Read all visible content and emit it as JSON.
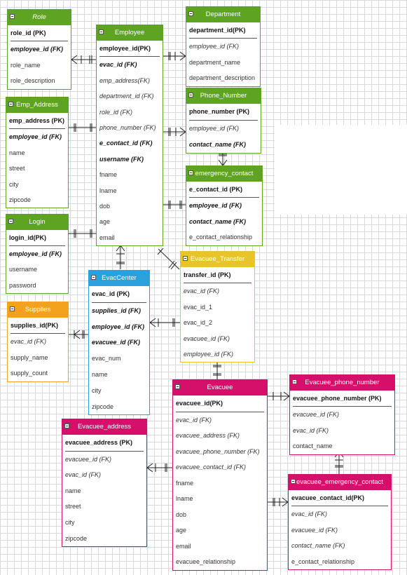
{
  "colors": {
    "green": "#5fa323",
    "blue": "#2aa1dd",
    "yellow": "#e6c42a",
    "orange": "#f2a21c",
    "magenta": "#d5106a"
  },
  "tables": [
    {
      "id": "role",
      "name": "Role",
      "color": "green",
      "italic_title": true,
      "rows": [
        {
          "t": "role_id (PK)",
          "s": "pk"
        },
        {
          "t": "employee_id (FK)",
          "s": "pf"
        },
        {
          "t": "role_name",
          "s": "pl"
        },
        {
          "t": "role_description",
          "s": "pl"
        }
      ]
    },
    {
      "id": "employee",
      "name": "Employee",
      "color": "green",
      "rows": [
        {
          "t": "employee_id(PK)",
          "s": "pk"
        },
        {
          "t": "evac_id (FK)",
          "s": "pf"
        },
        {
          "t": "emp_address(FK)",
          "s": "fk"
        },
        {
          "t": "department_id (FK)",
          "s": "fk"
        },
        {
          "t": "role_id (FK)",
          "s": "fk"
        },
        {
          "t": "phone_number (FK)",
          "s": "fk"
        },
        {
          "t": "e_contact_id (FK)",
          "s": "pf"
        },
        {
          "t": "username (FK)",
          "s": "pf"
        },
        {
          "t": "fname",
          "s": "pl"
        },
        {
          "t": "lname",
          "s": "pl"
        },
        {
          "t": "dob",
          "s": "pl"
        },
        {
          "t": "age",
          "s": "pl"
        },
        {
          "t": "email",
          "s": "pl"
        }
      ]
    },
    {
      "id": "department",
      "name": "Department",
      "color": "green",
      "rows": [
        {
          "t": "department_id(PK)",
          "s": "pk"
        },
        {
          "t": "employee_id (FK)",
          "s": "fk"
        },
        {
          "t": "department_name",
          "s": "pl"
        },
        {
          "t": "department_description",
          "s": "pl"
        }
      ]
    },
    {
      "id": "emp_address",
      "name": "Emp_Address",
      "color": "green",
      "rows": [
        {
          "t": "emp_address (PK)",
          "s": "pk"
        },
        {
          "t": "employee_id (FK)",
          "s": "pf"
        },
        {
          "t": "name",
          "s": "pl"
        },
        {
          "t": "street",
          "s": "pl"
        },
        {
          "t": "city",
          "s": "pl"
        },
        {
          "t": "zipcode",
          "s": "pl"
        }
      ]
    },
    {
      "id": "phone_number",
      "name": "Phone_Number",
      "color": "green",
      "rows": [
        {
          "t": "phone_number (PK)",
          "s": "pk"
        },
        {
          "t": "employee_id (FK)",
          "s": "fk"
        },
        {
          "t": "contact_name (FK)",
          "s": "pf"
        }
      ]
    },
    {
      "id": "emergency_contact",
      "name": "emergency_contact",
      "color": "green",
      "rows": [
        {
          "t": "e_contact_id (PK)",
          "s": "pk"
        },
        {
          "t": "employee_id (FK)",
          "s": "pf"
        },
        {
          "t": "contact_name (FK)",
          "s": "pf"
        },
        {
          "t": "e_contact_relationship",
          "s": "pl"
        }
      ]
    },
    {
      "id": "login",
      "name": "Login",
      "color": "green",
      "rows": [
        {
          "t": "login_id(PK)",
          "s": "pk"
        },
        {
          "t": "employee_id (FK)",
          "s": "pf"
        },
        {
          "t": "username",
          "s": "pl"
        },
        {
          "t": "password",
          "s": "pl"
        }
      ]
    },
    {
      "id": "evac_transfer",
      "name": "Evacuee_Transfer",
      "color": "yellow",
      "rows": [
        {
          "t": "transfer_id (PK)",
          "s": "pk"
        },
        {
          "t": "evac_id (FK)",
          "s": "fk"
        },
        {
          "t": "evac_id_1",
          "s": "pl"
        },
        {
          "t": "evac_id_2",
          "s": "pl"
        },
        {
          "t": "evacuee_id (FK)",
          "s": "fk"
        },
        {
          "t": "employee_id (FK)",
          "s": "fk"
        }
      ]
    },
    {
      "id": "evac_center",
      "name": "EvacCenter",
      "color": "blue",
      "rows": [
        {
          "t": "evac_id (PK)",
          "s": "pk"
        },
        {
          "t": "supplies_id (FK)",
          "s": "pf"
        },
        {
          "t": "employee_id (FK)",
          "s": "pf"
        },
        {
          "t": "evacuee_id (FK)",
          "s": "pf"
        },
        {
          "t": "evac_num",
          "s": "pl"
        },
        {
          "t": "name",
          "s": "pl"
        },
        {
          "t": "city",
          "s": "pl"
        },
        {
          "t": "zipcode",
          "s": "pl"
        }
      ]
    },
    {
      "id": "supplies",
      "name": "Supplies",
      "color": "orange",
      "rows": [
        {
          "t": "supplies_id(PK)",
          "s": "pk"
        },
        {
          "t": "evac_id (FK)",
          "s": "fk"
        },
        {
          "t": "supply_name",
          "s": "pl"
        },
        {
          "t": "supply_count",
          "s": "pl"
        }
      ]
    },
    {
      "id": "evacuee",
      "name": "Evacuee",
      "color": "magenta",
      "rows": [
        {
          "t": "evacuee_id(PK)",
          "s": "pk"
        },
        {
          "t": "evac_id (FK)",
          "s": "fk"
        },
        {
          "t": "evacuee_address (FK)",
          "s": "fk"
        },
        {
          "t": "evacuee_phone_number (FK)",
          "s": "fk"
        },
        {
          "t": "evacuee_contact_id (FK)",
          "s": "fk"
        },
        {
          "t": "fname",
          "s": "pl"
        },
        {
          "t": "lname",
          "s": "pl"
        },
        {
          "t": "dob",
          "s": "pl"
        },
        {
          "t": "age",
          "s": "pl"
        },
        {
          "t": "email",
          "s": "pl"
        },
        {
          "t": "evacuee_relationship",
          "s": "pl"
        }
      ]
    },
    {
      "id": "evacuee_phone",
      "name": "Evacuee_phone_number",
      "color": "magenta",
      "rows": [
        {
          "t": "evacuee_phone_number (PK)",
          "s": "pk"
        },
        {
          "t": "evacuee_id (FK)",
          "s": "fk"
        },
        {
          "t": "evac_id (FK)",
          "s": "fk"
        },
        {
          "t": "contact_name",
          "s": "pl"
        }
      ]
    },
    {
      "id": "evacuee_address",
      "name": "Evacuee_address",
      "color": "magenta",
      "rows": [
        {
          "t": "evacuee_address (PK)",
          "s": "pk"
        },
        {
          "t": "evacuee_id (FK)",
          "s": "fk"
        },
        {
          "t": "evac_id (FK)",
          "s": "fk"
        },
        {
          "t": "name",
          "s": "pl"
        },
        {
          "t": "street",
          "s": "pl"
        },
        {
          "t": "city",
          "s": "pl"
        },
        {
          "t": "zipcode",
          "s": "pl"
        }
      ]
    },
    {
      "id": "evacuee_emergency",
      "name": "evacuee_emergency_contact",
      "color": "magenta",
      "rows": [
        {
          "t": "evacuee_contact_id(PK)",
          "s": "pk"
        },
        {
          "t": "evac_id (FK)",
          "s": "fk"
        },
        {
          "t": "evacuee_id (FK)",
          "s": "fk"
        },
        {
          "t": "contact_name (FK)",
          "s": "fk"
        },
        {
          "t": "e_contact_relationship",
          "s": "pl"
        }
      ]
    }
  ]
}
